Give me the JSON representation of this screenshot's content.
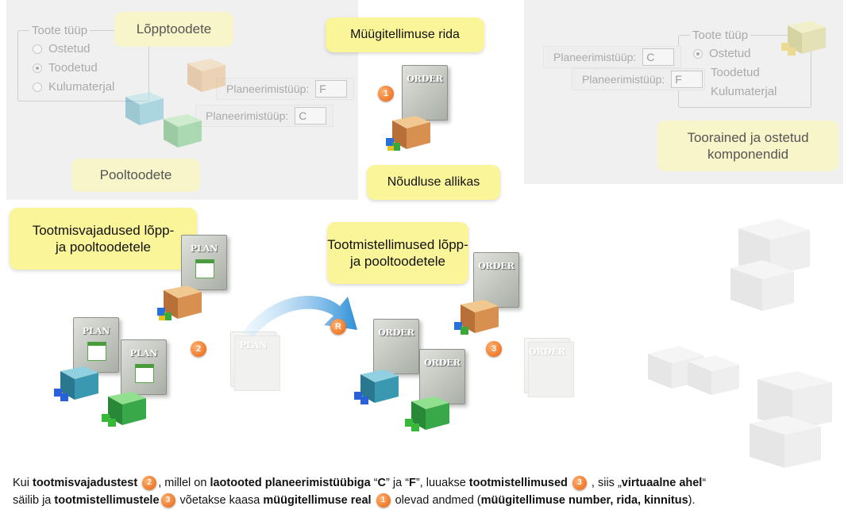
{
  "topleft": {
    "group_title": "Toote tüüp",
    "options": [
      "Ostetud",
      "Toodetud",
      "Kulumaterjal"
    ],
    "selected": 1,
    "field1_label": "Planeerimistüüp:",
    "field1_value": "F",
    "field2_label": "Planeerimistüüp:",
    "field2_value": "C",
    "callout_final": "Lõpptoodete",
    "callout_semi": "Pooltoodete"
  },
  "center_top": {
    "callout_order_line": "Müügitellimuse rida",
    "callout_demand_source": "Nõudluse allikas",
    "doc_label": "ORDER",
    "badge": "1"
  },
  "topright": {
    "group_title": "Toote tüüp",
    "options": [
      "Ostetud",
      "Toodetud",
      "Kulumaterjal"
    ],
    "selected": 0,
    "field1_label": "Planeerimistüüp:",
    "field1_value": "C",
    "field2_label": "Planeerimistüüp:",
    "field2_value": "F",
    "callout_raw": "Toorained  ja ostetud komponendid"
  },
  "middle": {
    "callout_plans": "Tootmisvajadused lõpp- ja pooltoodetele",
    "callout_orders": "Tootmistellimused lõpp- ja pooltoodetele",
    "plan_label": "PLAN",
    "order_label": "ORDER",
    "badge_2": "2",
    "badge_3": "3",
    "badge_r": "R"
  },
  "caption": {
    "p1": "Kui ",
    "b1": "tootmisvajadustest",
    "p2": ",  millel on ",
    "b2": "laotooted planeerimistüübiga",
    "p3": " “",
    "b3": "C",
    "p4": "” ja “",
    "b4": "F",
    "p5": "”, luuakse ",
    "b5": "tootmistellimused",
    "p6": " , siis „",
    "b6": "virtuaalne ahel",
    "p7": "“",
    "p8": "säilib ja ",
    "b7": "tootmistellimustele",
    "p9": " võetakse kaasa ",
    "b8": "müügitellimuse real",
    "p10": " olevad andmed (",
    "b9": "müügitellimuse number, rida, kinnitus",
    "p11": ").",
    "badge_2": "2",
    "badge_3": "3",
    "badge_1": "1"
  },
  "colors": {
    "callout": "#fbf59a",
    "badge": "#e8620c",
    "panel": "#f0f0f0",
    "arrow": "#2f8fd8"
  }
}
